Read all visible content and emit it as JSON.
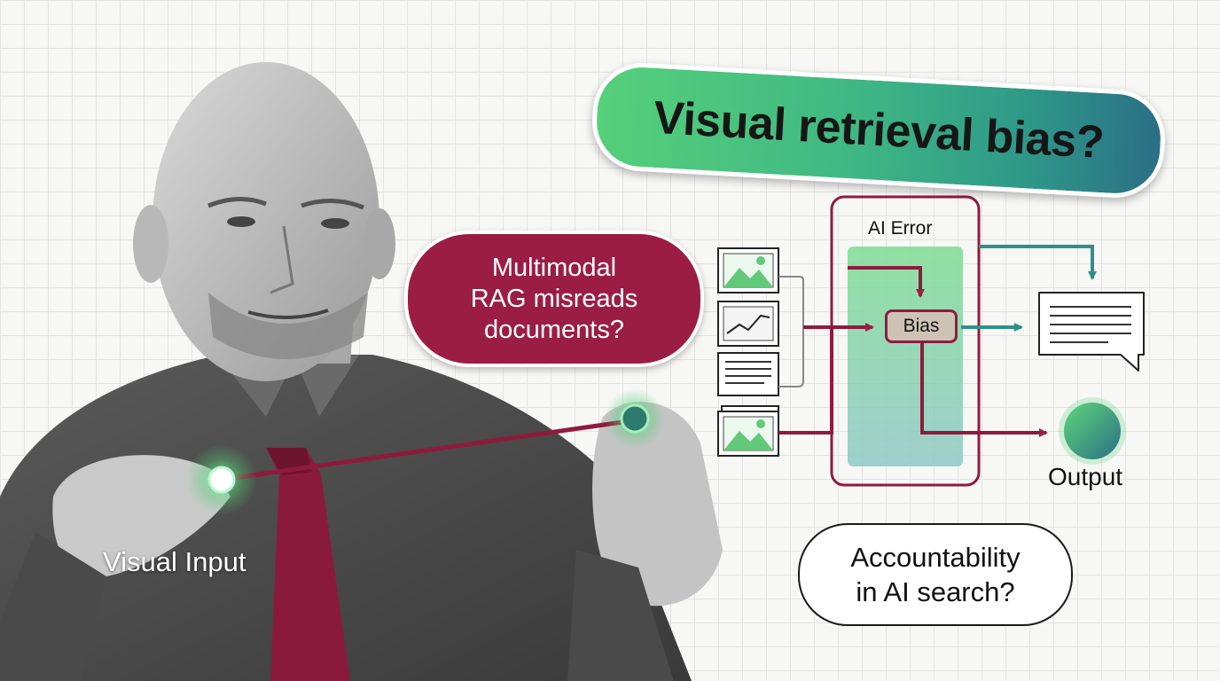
{
  "title": "Visual retrieval bias?",
  "rag_question": "Multimodal\nRAG misreads\ndocuments?",
  "accountability_question": "Accountability\nin AI search?",
  "labels": {
    "visual_input": "Visual Input",
    "ai_error": "AI Error",
    "bias": "Bias",
    "output": "Output"
  },
  "icons": [
    "image-document-icon",
    "chart-document-icon",
    "text-document-icon",
    "stacked-image-document-icon",
    "chat-bubble-icon"
  ],
  "colors": {
    "accent_crimson": "#9b1d44",
    "accent_green": "#4fcf73",
    "accent_teal": "#2e9088",
    "accent_blue": "#2a6f86"
  }
}
